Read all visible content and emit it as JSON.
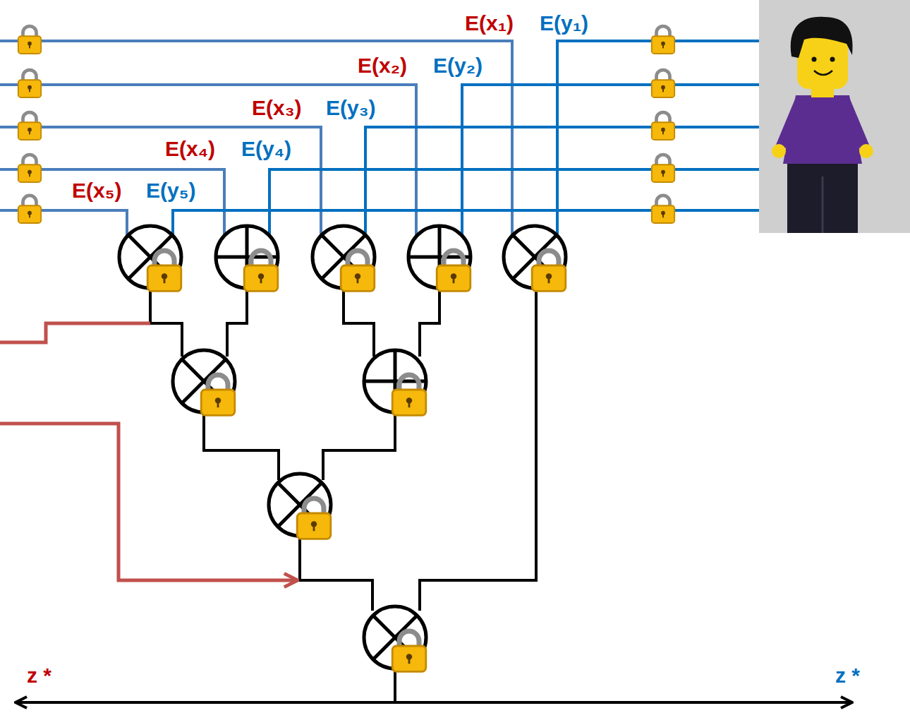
{
  "diagram": {
    "labels": [
      "E(x₁)",
      "E(y₁)",
      "E(x₂)",
      "E(y₂)",
      "E(x₃)",
      "E(y₃)",
      "E(x₄)",
      "E(y₄)",
      "E(x₅)",
      "E(y₅)",
      "z *",
      "z *"
    ]
  }
}
